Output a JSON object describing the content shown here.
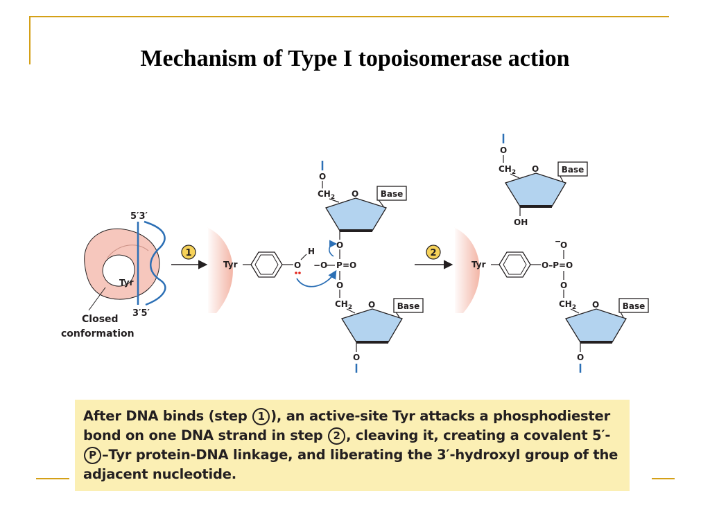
{
  "slide": {
    "title": "Mechanism of Type I topoisomerase action",
    "accent_color": "#d4a017"
  },
  "diagram": {
    "closed_label_1": "Closed",
    "closed_label_2": "conformation",
    "tyr": "Tyr",
    "end_5p_3p": "5′3′",
    "end_3p_5p": "3′5′",
    "step1": "1",
    "step2": "2",
    "base": "Base",
    "atom_O": "O",
    "atom_H": "H",
    "atom_P": "P",
    "atom_CH2": "CH",
    "sub_2": "2",
    "minus_O": "−O",
    "dbl_O": "=O",
    "O_P_O": "O–P=O",
    "minus": "−",
    "OH": "OH",
    "colors": {
      "dna_blue": "#2b6fb5",
      "sugar_fill": "#b3d3ef",
      "enzyme_pink": "#f6c7bd",
      "lone_pair_red": "#e2231a"
    }
  },
  "caption": {
    "part1": "After DNA binds (step ",
    "circle1": "1",
    "part2": "), an active-site Tyr attacks a phosphodiester bond on one DNA strand in step ",
    "circle2": "2",
    "part3": ", cleaving it, creating a covalent 5′-",
    "circleP": "P",
    "part4": "–Tyr protein-DNA linkage, and liberating the 3′-hydroxyl group of the adjacent nucleotide."
  }
}
